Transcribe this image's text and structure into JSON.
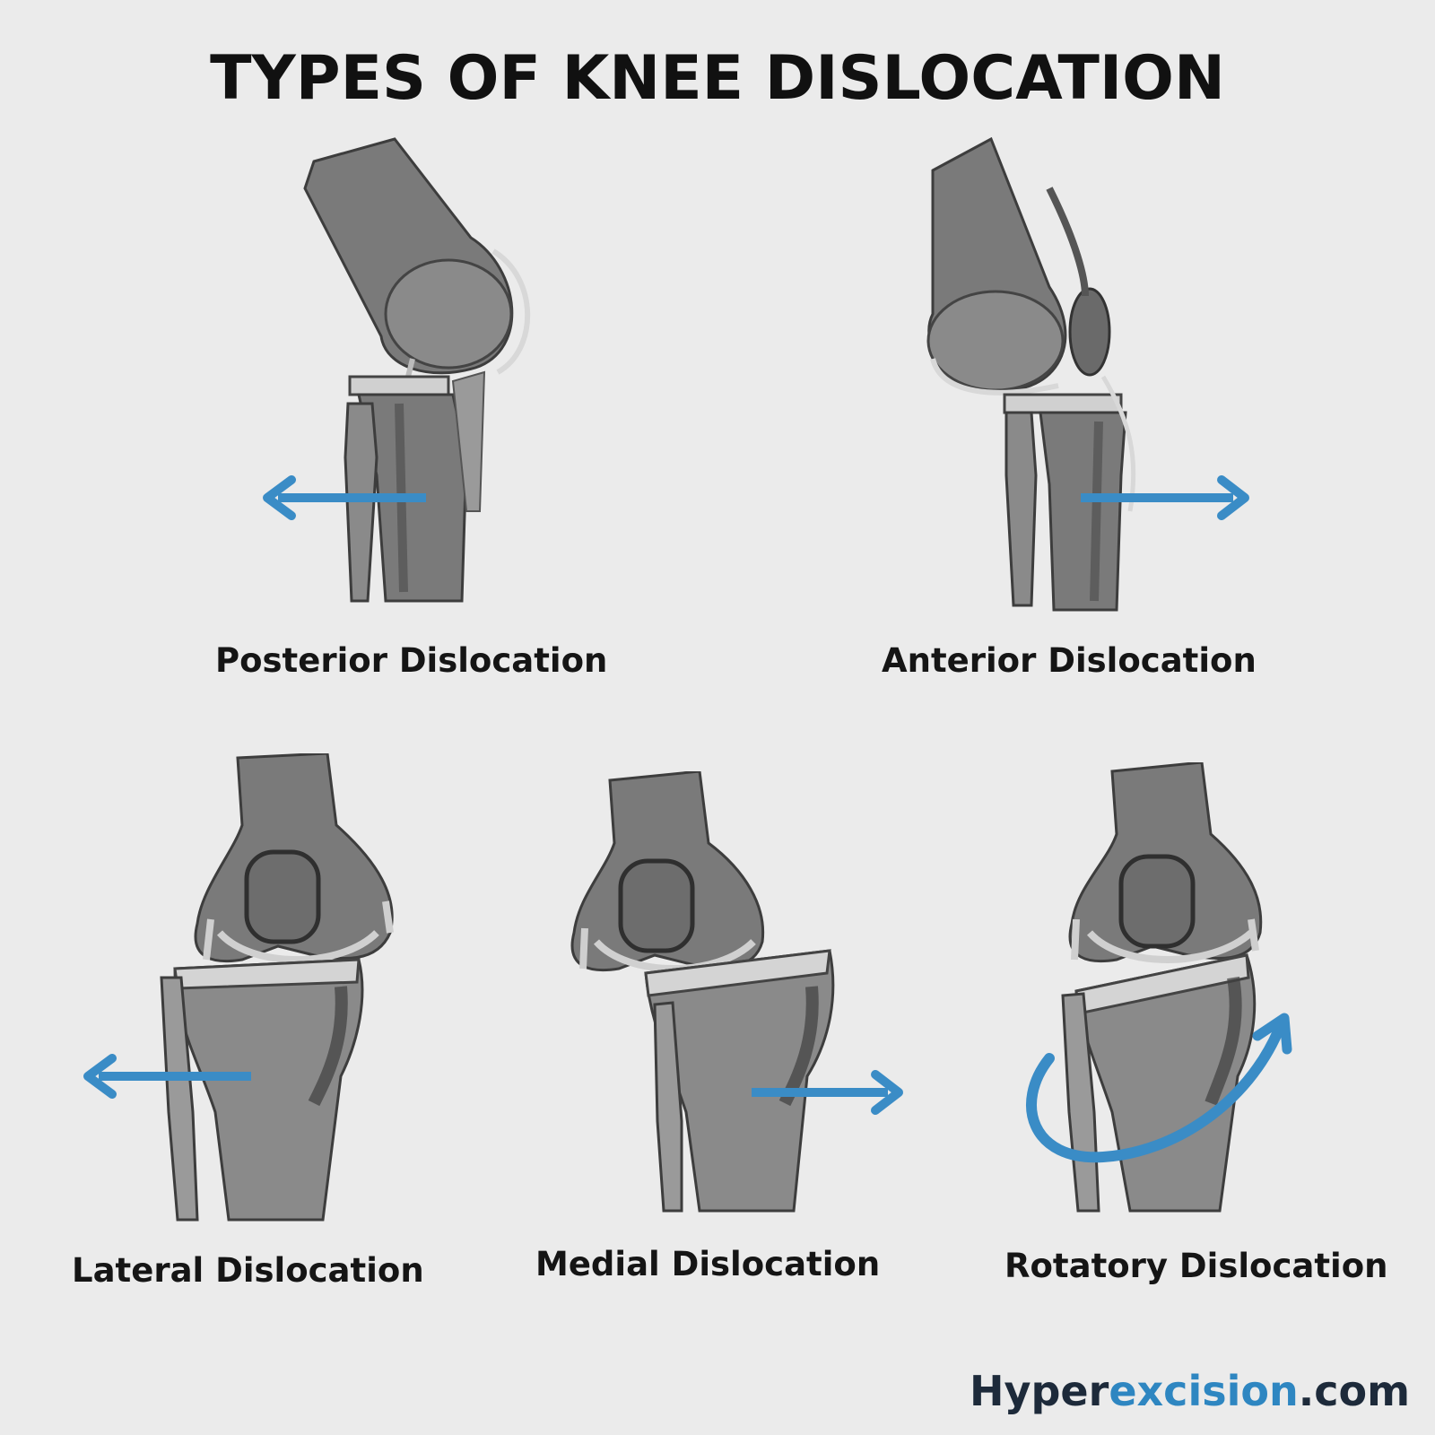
{
  "title": "TYPES OF KNEE DISLOCATION",
  "colors": {
    "arrow": "#3a8cc6",
    "bone": "#7a7a7a",
    "bone_dark": "#4a4a4a",
    "bone_light": "#d9d9d9",
    "background": "#ebebeb",
    "brand_accent": "#2e86c1",
    "brand_dark": "#1d2a3a"
  },
  "panels": [
    {
      "label": "Posterior Dislocation",
      "direction": "left"
    },
    {
      "label": "Anterior Dislocation",
      "direction": "right"
    },
    {
      "label": "Lateral Dislocation",
      "direction": "left"
    },
    {
      "label": "Medial Dislocation",
      "direction": "right"
    },
    {
      "label": "Rotatory Dislocation",
      "direction": "rotate"
    }
  ],
  "brand": {
    "part1": "Hyper",
    "part2": "excision",
    "part3": ".com"
  }
}
